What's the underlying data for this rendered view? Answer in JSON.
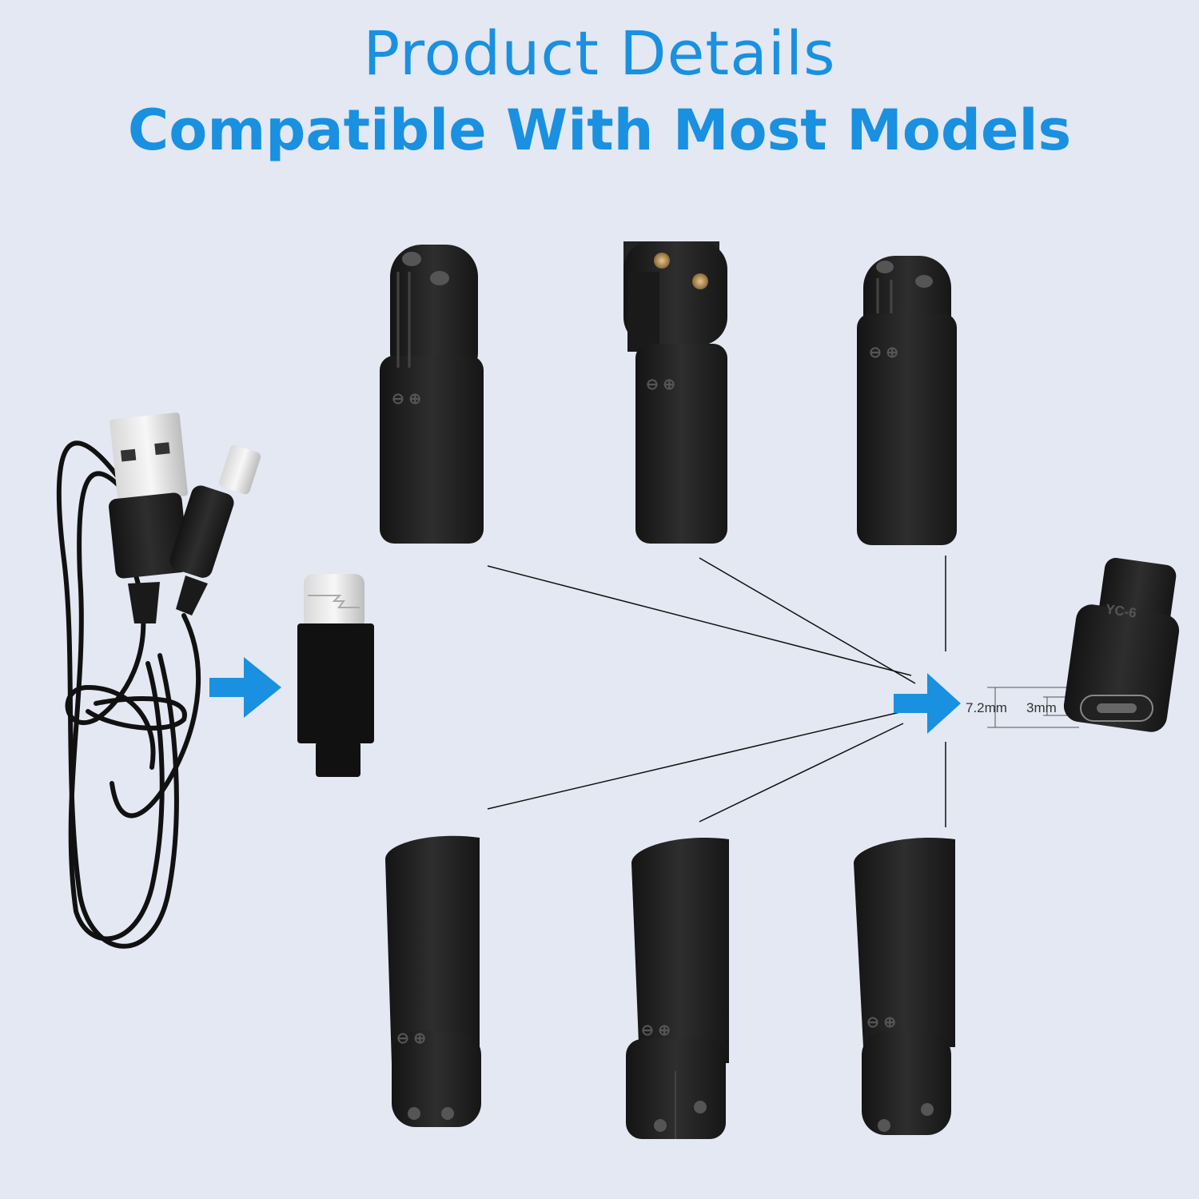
{
  "header": {
    "title": "Product Details",
    "subtitle": "Compatible With Most Models"
  },
  "product": {
    "model_label": "YC-6",
    "dimension_outer": "7.2mm",
    "dimension_inner": "3mm"
  },
  "colors": {
    "accent": "#1a90e0",
    "background": "#e3e8f2",
    "connector": "#1c1c1c"
  },
  "icons": [
    "usb-cable-icon",
    "usb-c-plug-icon",
    "arrow-right-icon",
    "adapter-icon"
  ]
}
